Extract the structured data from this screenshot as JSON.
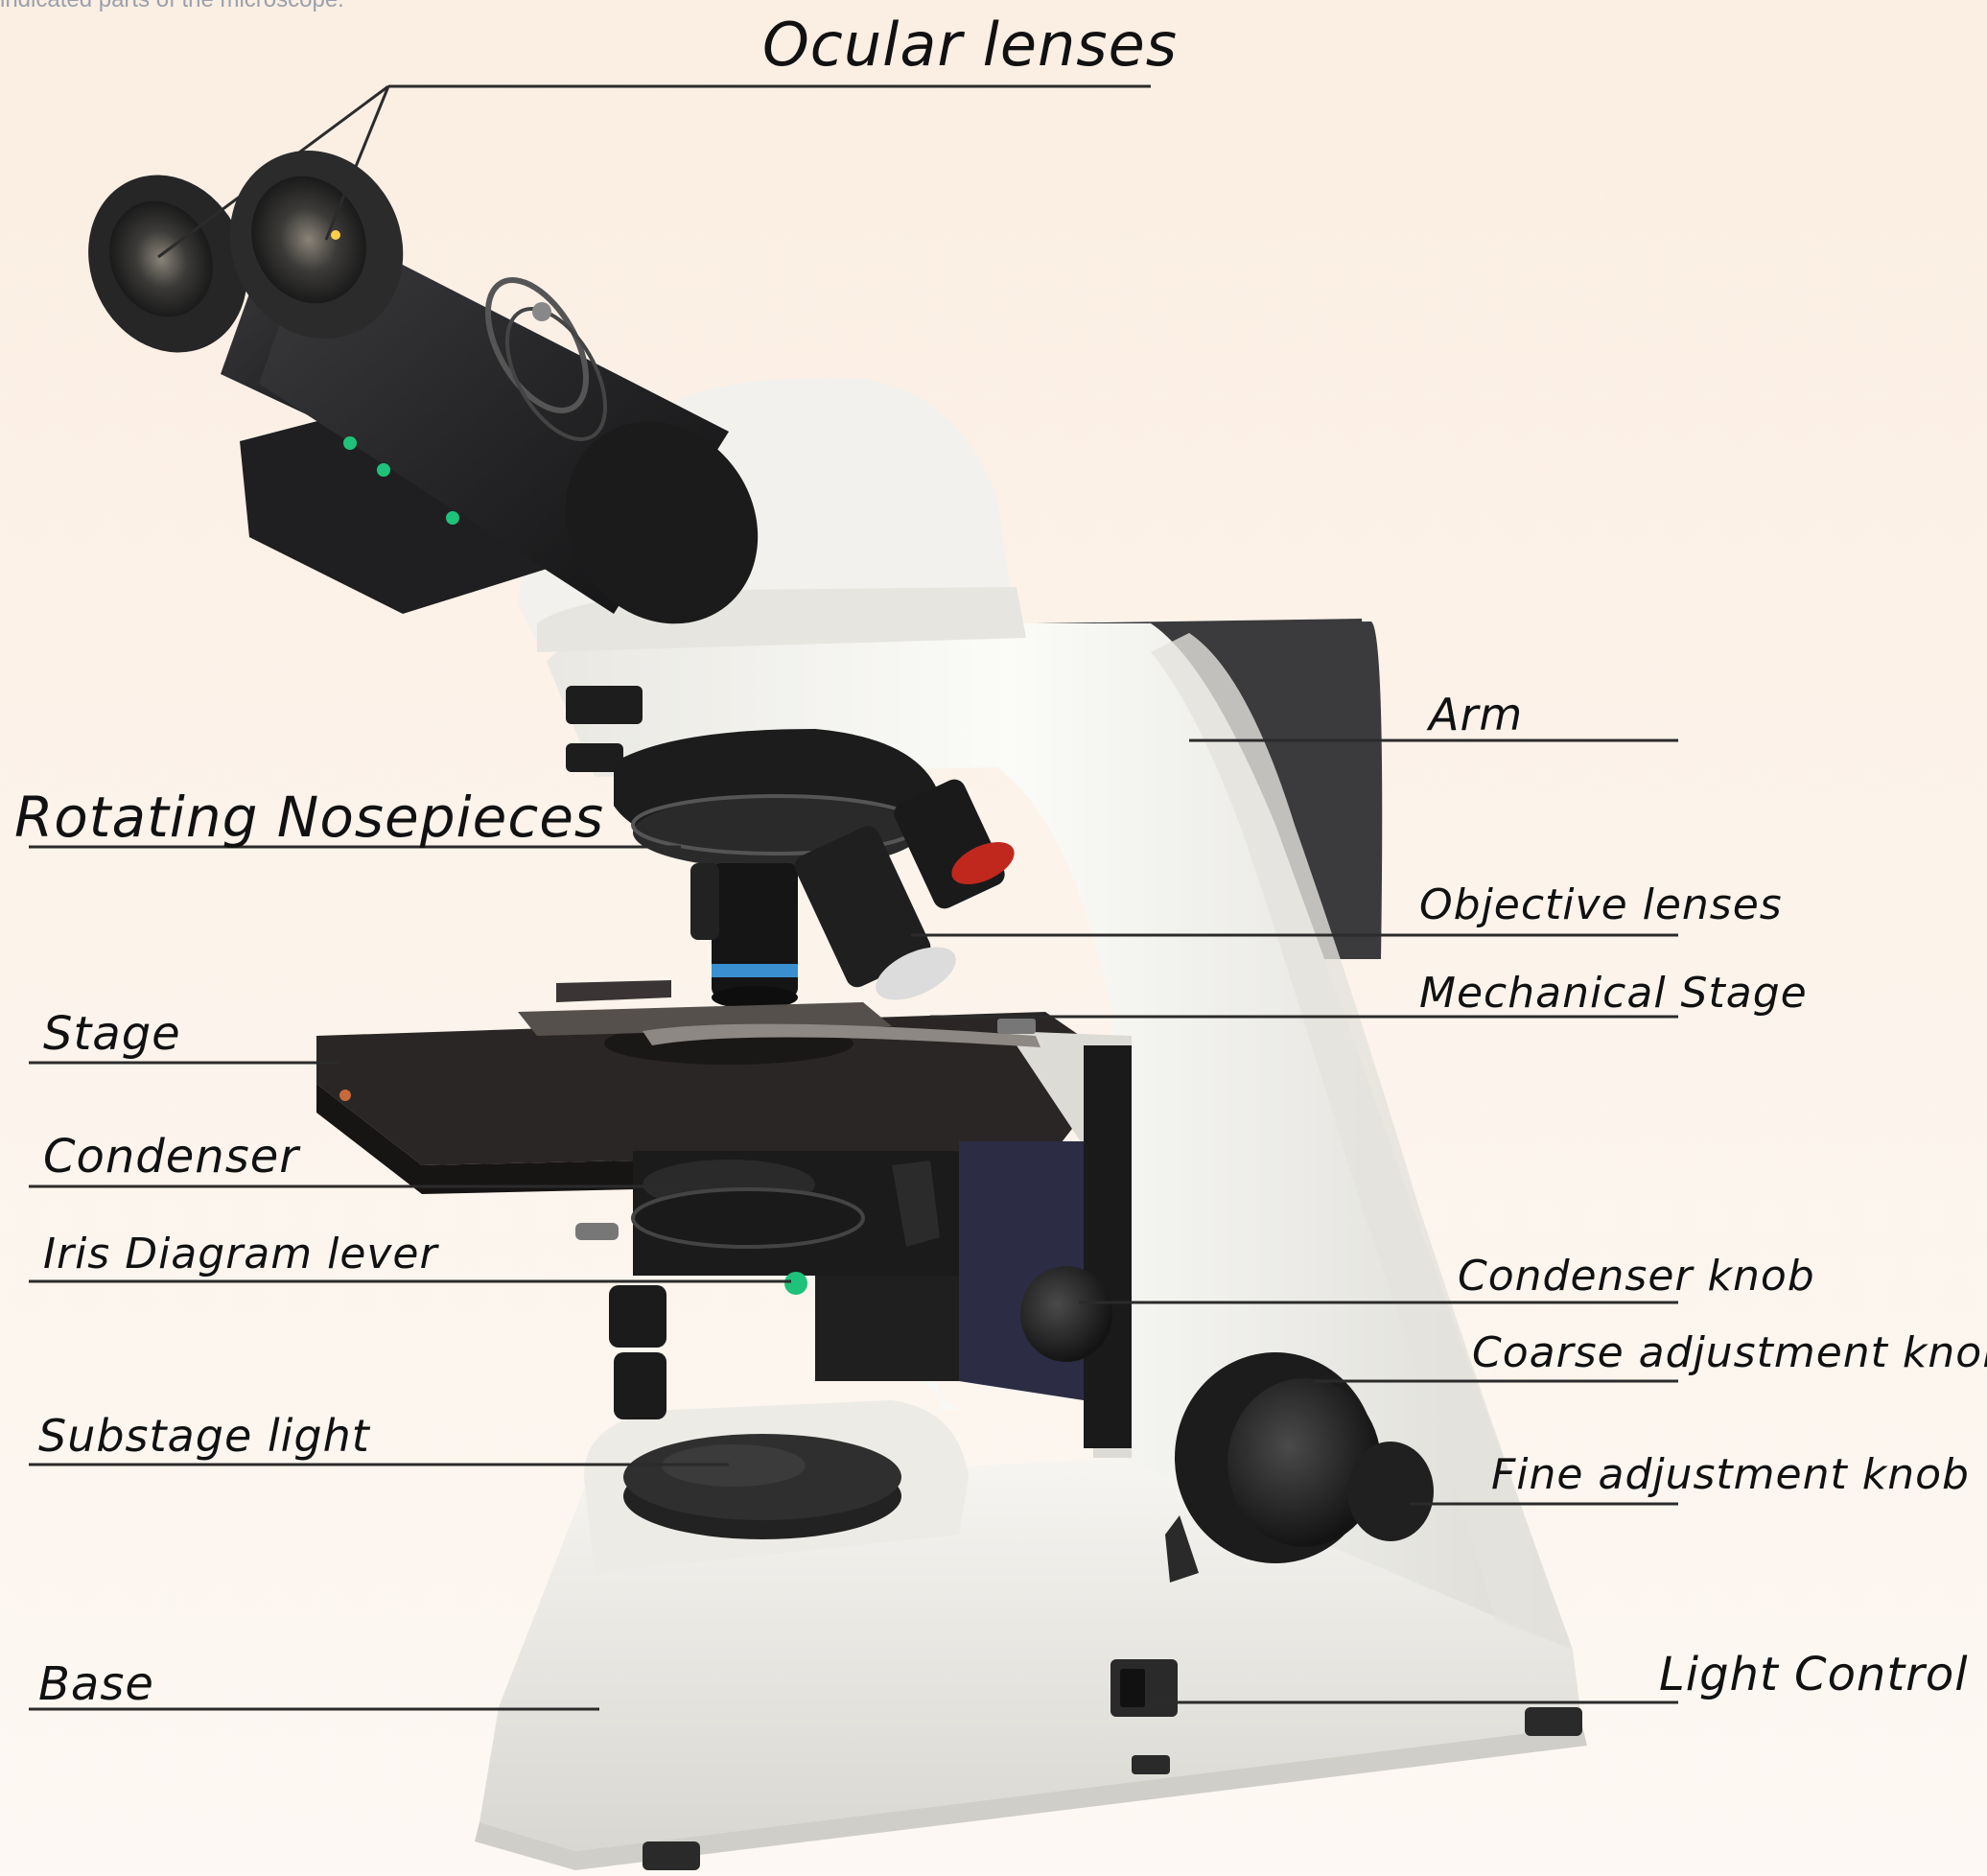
{
  "instruction": "indicated parts of the microscope.",
  "labels": {
    "ocular": "Ocular lenses",
    "arm": "Arm",
    "nosepiece": "Rotating Nosepieces",
    "objective": "Objective lenses",
    "mech_stage": "Mechanical Stage",
    "stage": "Stage",
    "condenser": "Condenser",
    "iris": "Iris Diagram lever",
    "condenser_knob": "Condenser knob",
    "coarse": "Coarse adjustment knob",
    "substage_light": "Substage light",
    "fine": "Fine adjustment knob",
    "base": "Base",
    "light_control": "Light Control"
  },
  "colors": {
    "body": "#f4f3ef",
    "body_shade": "#d9d8d3",
    "dark": "#2b2b2b",
    "black": "#151515",
    "back_panel": "#3a3a3d",
    "stage": "#2a2625",
    "blue_accent": "#3a8fd1",
    "red_accent": "#c0281e",
    "green_led": "#1fc27a",
    "leader_line": "#2b2b2b"
  }
}
